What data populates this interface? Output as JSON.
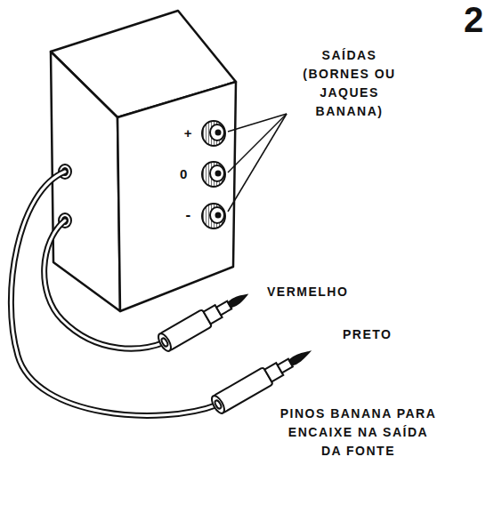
{
  "diagram": {
    "labels": [
      "2",
      "SAÍDAS (BORNES OU JAQUES BANANA)",
      "+",
      "0",
      "-",
      "VERMELHO",
      "PRETO",
      "PINOS BANANA PARA ENCAIXE NA SAÍDA DA FONTE"
    ]
  }
}
